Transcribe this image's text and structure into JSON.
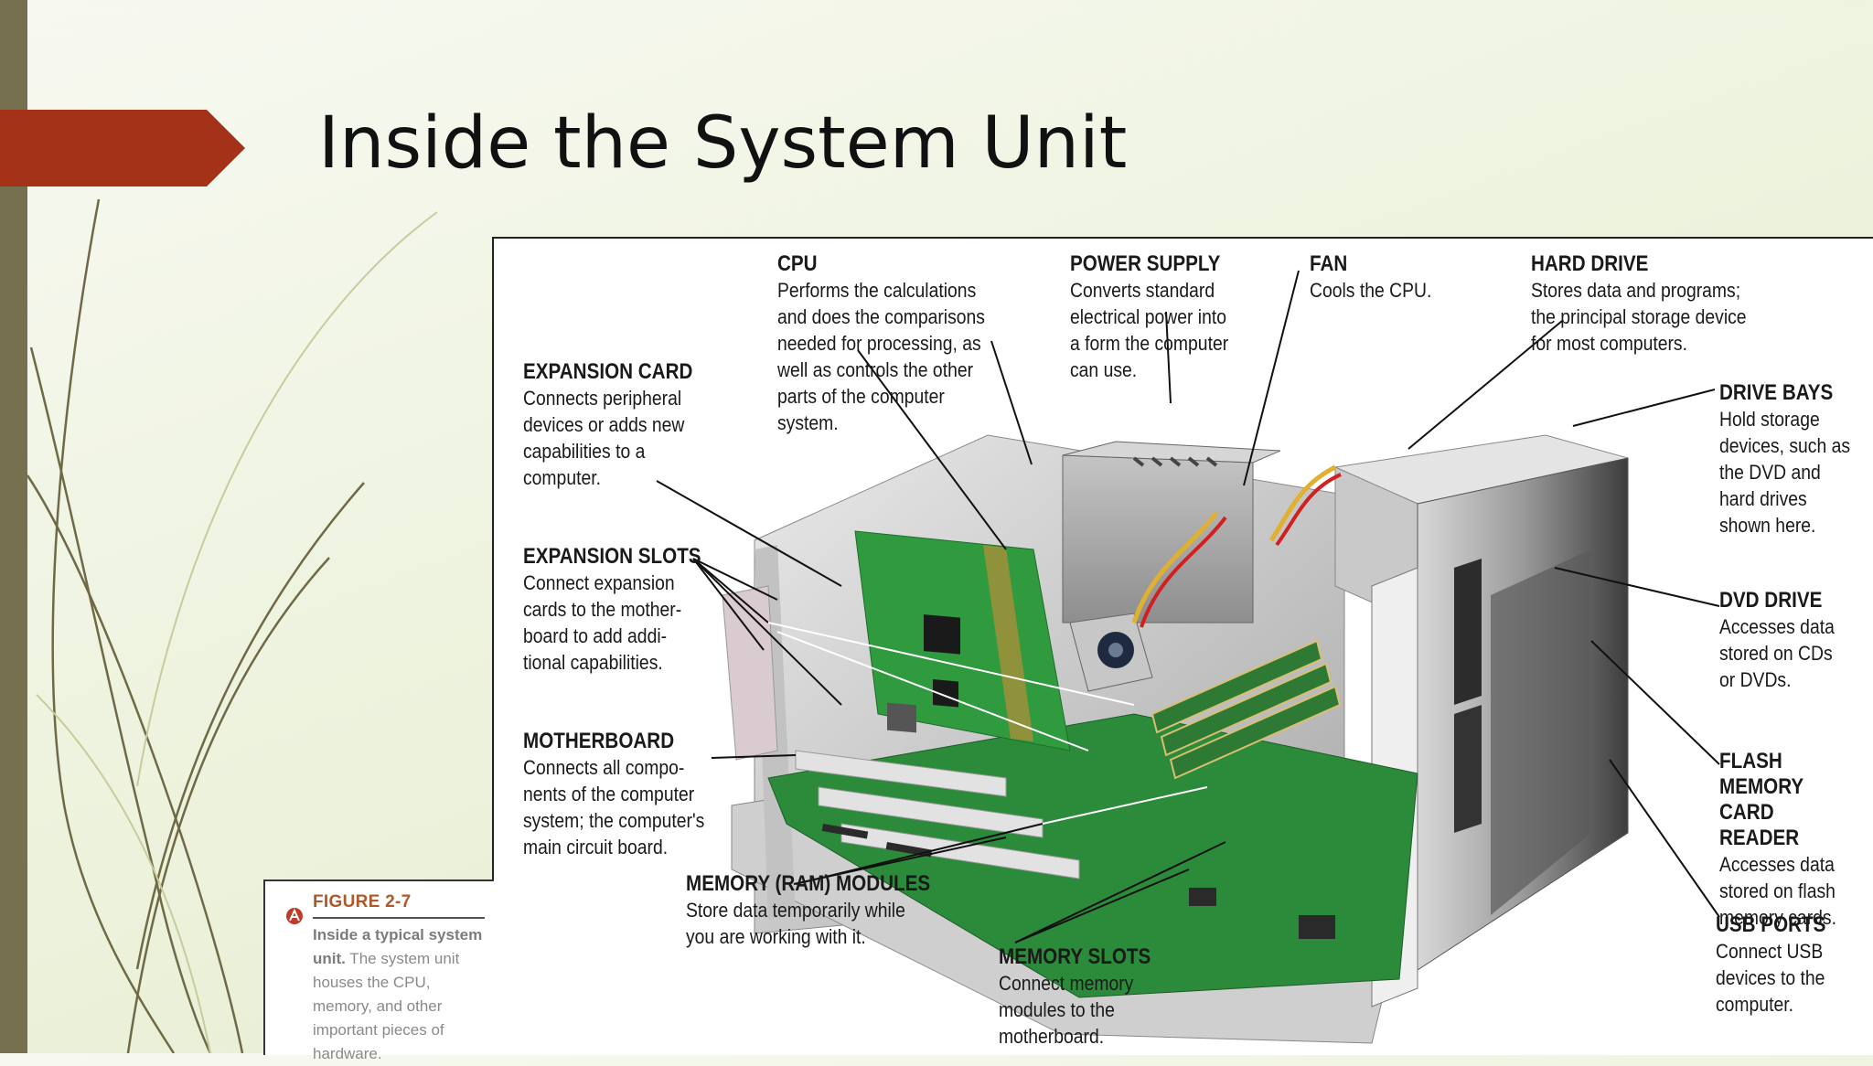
{
  "slide": {
    "title": "Inside the System Unit",
    "accent_color": "#a33218",
    "sidebar_color": "#77704f"
  },
  "figure": {
    "labels": [
      {
        "id": "cpu",
        "heading": "CPU",
        "desc": "Performs the calculations\nand does the comparisons\nneeded for processing, as\nwell as controls the other\nparts of the computer\nsystem."
      },
      {
        "id": "power-supply",
        "heading": "POWER SUPPLY",
        "desc": "Converts standard\nelectrical power into\na form the computer\ncan use."
      },
      {
        "id": "fan",
        "heading": "FAN",
        "desc": "Cools the CPU."
      },
      {
        "id": "hard-drive",
        "heading": "HARD DRIVE",
        "desc": "Stores data and programs;\nthe principal storage device\nfor most computers."
      },
      {
        "id": "expansion-card",
        "heading": "EXPANSION CARD",
        "desc": "Connects peripheral\ndevices or adds new\ncapabilities to a\ncomputer."
      },
      {
        "id": "drive-bays",
        "heading": "DRIVE BAYS",
        "desc": "Hold storage\ndevices, such as\nthe DVD and\nhard drives\nshown here."
      },
      {
        "id": "expansion-slots",
        "heading": "EXPANSION SLOTS",
        "desc": "Connect expansion\ncards to the mother-\nboard to add addi-\ntional capabilities."
      },
      {
        "id": "dvd-drive",
        "heading": "DVD DRIVE",
        "desc": "Accesses data\nstored on CDs\nor DVDs."
      },
      {
        "id": "motherboard",
        "heading": "MOTHERBOARD",
        "desc": "Connects all compo-\nnents of the computer\nsystem; the computer's\nmain circuit board."
      },
      {
        "id": "flash-reader",
        "heading": "FLASH MEMORY\nCARD READER",
        "desc": "Accesses data\nstored on flash\nmemory cards."
      },
      {
        "id": "memory-modules",
        "heading": "MEMORY (RAM) MODULES",
        "desc": "Store data temporarily while\nyou are working with it."
      },
      {
        "id": "memory-slots",
        "heading": "MEMORY SLOTS",
        "desc": "Connect memory\nmodules to the\nmotherboard."
      },
      {
        "id": "usb-ports",
        "heading": "USB PORTS",
        "desc": "Connect USB\ndevices to the\ncomputer."
      }
    ]
  },
  "caption": {
    "figure_number": "FIGURE 2-7",
    "title_bold": "Inside a typical system unit.",
    "text": " The system unit houses the CPU, memory, and other important pieces of hardware."
  }
}
